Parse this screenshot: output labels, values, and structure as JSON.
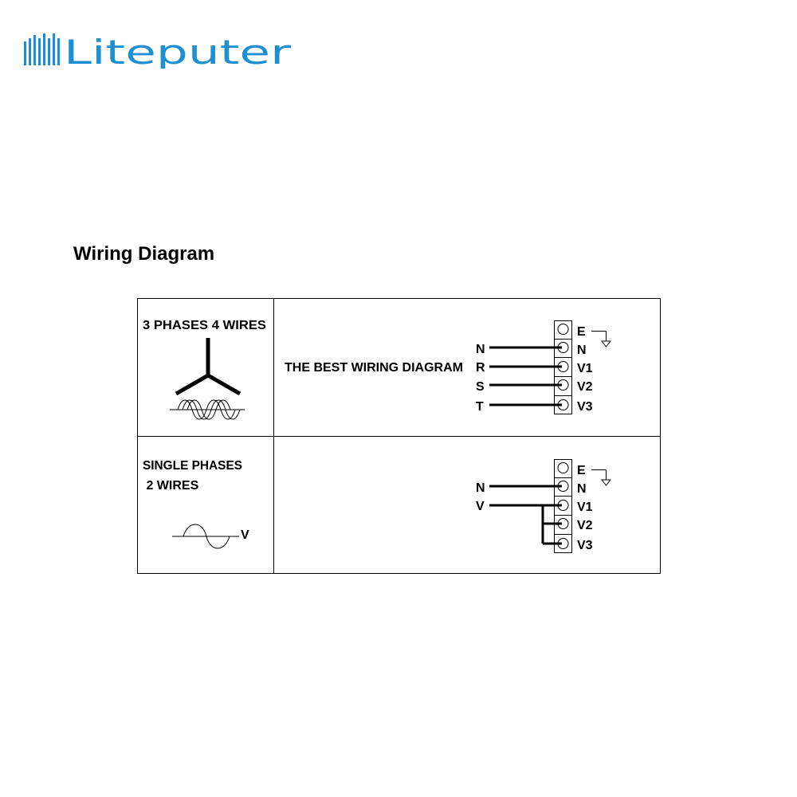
{
  "logo": {
    "text": "Liteputer",
    "color": "#1e8fd0"
  },
  "page": {
    "title": "Wiring Diagram"
  },
  "rows": {
    "three_phase": {
      "type_label": "3 PHASES  4 WIRES",
      "note": "THE BEST WIRING DIAGRAM",
      "inputs": [
        "N",
        "R",
        "S",
        "T"
      ],
      "terminals": [
        "E",
        "N",
        "V1",
        "V2",
        "V3"
      ]
    },
    "single_phase": {
      "type_label_line1": "SINGLE PHASES",
      "type_label_line2": " 2 WIRES",
      "waveform_label": "V",
      "inputs": [
        "N",
        "V"
      ],
      "terminals": [
        "E",
        "N",
        "V1",
        "V2",
        "V3"
      ]
    }
  }
}
